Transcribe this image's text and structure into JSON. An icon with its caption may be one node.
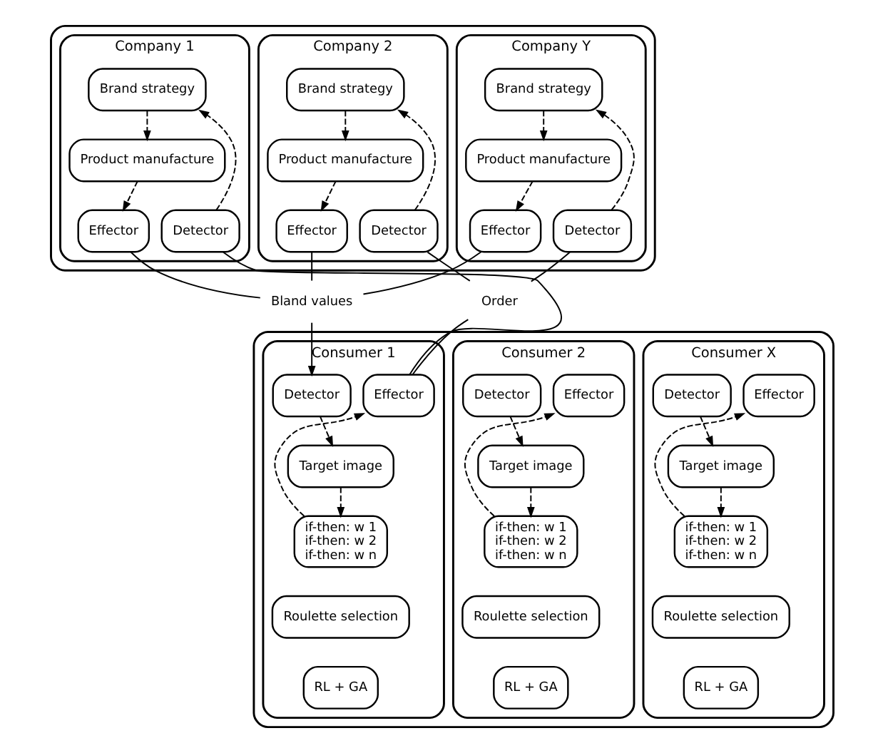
{
  "diagram": {
    "nodes": [
      {
        "text": [],
        "shape": "box"
      },
      {
        "text": [
          "Company 1"
        ],
        "in": 0
      },
      {
        "text": [
          "Brand strategy"
        ],
        "in": 1
      },
      {
        "text": [
          "Product manufacture"
        ],
        "in": 1
      },
      {
        "text": [
          "Effector"
        ],
        "in": 1
      },
      {
        "text": [
          "Detector"
        ],
        "in": 1
      },
      {
        "text": [
          "Company 2"
        ],
        "in": 0
      },
      {
        "text": [
          "Brand strategy"
        ],
        "in": 6
      },
      {
        "text": [
          "Product manufacture"
        ],
        "in": 6
      },
      {
        "text": [
          "Effector"
        ],
        "in": 6
      },
      {
        "text": [
          "Detector"
        ],
        "in": 6
      },
      {
        "text": [
          "Company Y"
        ],
        "in": 0
      },
      {
        "text": [
          "Brand strategy"
        ],
        "in": 11
      },
      {
        "text": [
          "Product manufacture"
        ],
        "in": 11
      },
      {
        "text": [
          "Effector"
        ],
        "in": 11
      },
      {
        "text": [
          "Detector"
        ],
        "in": 11
      },
      {
        "text": [
          "Bland values"
        ]
      },
      {
        "text": [
          "Order"
        ]
      },
      {
        "text": [],
        "shape": "box"
      },
      {
        "text": [
          "Consumer 1"
        ],
        "in": 18
      },
      {
        "text": [
          "Detector"
        ],
        "in": 19
      },
      {
        "text": [
          "Effector"
        ],
        "in": 19
      },
      {
        "text": [
          "Target image"
        ],
        "in": 19
      },
      {
        "text": [
          "if-then: w 1",
          "if-then: w 2",
          "if-then: w n"
        ],
        "in": 19
      },
      {
        "text": [
          "Roulette selection"
        ],
        "in": 19
      },
      {
        "text": [
          "RL + GA"
        ],
        "in": 19
      },
      {
        "text": [
          "Consumer 2"
        ],
        "in": 18
      },
      {
        "text": [
          "Detector"
        ],
        "in": 26
      },
      {
        "text": [
          "Effector"
        ],
        "in": 26
      },
      {
        "text": [
          "Target image"
        ],
        "in": 26
      },
      {
        "text": [
          "if-then: w 1",
          "if-then: w 2",
          "if-then: w n"
        ],
        "in": 26
      },
      {
        "text": [
          "Roulette selection"
        ],
        "in": 26
      },
      {
        "text": [
          "RL + GA"
        ],
        "in": 26
      },
      {
        "text": [
          "Consumer X"
        ],
        "in": 18
      },
      {
        "text": [
          "Detector"
        ],
        "in": 33
      },
      {
        "text": [
          "Effector"
        ],
        "in": 33
      },
      {
        "text": [
          "Target image"
        ],
        "in": 33
      },
      {
        "text": [
          "if-then: w 1",
          "if-then: w 2",
          "if-then: w n"
        ],
        "in": 33
      },
      {
        "text": [
          "Roulette selection"
        ],
        "in": 33
      },
      {
        "text": [
          "RL + GA"
        ],
        "in": 33
      }
    ],
    "edges": [
      {
        "from": 2,
        "to": 3,
        "arrow": "to",
        "style": "dashed"
      },
      {
        "from": 3,
        "to": 4,
        "arrow": "to",
        "style": "dashed"
      },
      {
        "from": 5,
        "to": 2,
        "arrow": "to",
        "style": "dashed"
      },
      {
        "from": 7,
        "to": 8,
        "arrow": "to",
        "style": "dashed"
      },
      {
        "from": 8,
        "to": 9,
        "arrow": "to",
        "style": "dashed"
      },
      {
        "from": 10,
        "to": 7,
        "arrow": "to",
        "style": "dashed"
      },
      {
        "from": 12,
        "to": 13,
        "arrow": "to",
        "style": "dashed"
      },
      {
        "from": 13,
        "to": 14,
        "arrow": "to",
        "style": "dashed"
      },
      {
        "from": 15,
        "to": 12,
        "arrow": "to",
        "style": "dashed"
      },
      {
        "from": 4,
        "to": 16,
        "arrow": "none"
      },
      {
        "from": 9,
        "to": 16,
        "arrow": "none"
      },
      {
        "from": 14,
        "to": 16,
        "arrow": "none"
      },
      {
        "from": 16,
        "to": 20,
        "arrow": "to"
      },
      {
        "from": 21,
        "to": 17,
        "arrow": "none"
      },
      {
        "from": 21,
        "to": 5,
        "arrow": "none"
      },
      {
        "from": 17,
        "to": 10,
        "arrow": "none"
      },
      {
        "from": 17,
        "to": 15,
        "arrow": "none"
      },
      {
        "from": 20,
        "to": 22,
        "arrow": "to",
        "style": "dashed"
      },
      {
        "from": 22,
        "to": 23,
        "arrow": "to",
        "style": "dashed"
      },
      {
        "from": 23,
        "to": 21,
        "arrow": "to",
        "style": "dashed"
      },
      {
        "from": 27,
        "to": 29,
        "arrow": "to",
        "style": "dashed"
      },
      {
        "from": 29,
        "to": 30,
        "arrow": "to",
        "style": "dashed"
      },
      {
        "from": 30,
        "to": 28,
        "arrow": "to",
        "style": "dashed"
      },
      {
        "from": 34,
        "to": 36,
        "arrow": "to",
        "style": "dashed"
      },
      {
        "from": 36,
        "to": 37,
        "arrow": "to",
        "style": "dashed"
      },
      {
        "from": 37,
        "to": 35,
        "arrow": "to",
        "style": "dashed"
      }
    ]
  }
}
